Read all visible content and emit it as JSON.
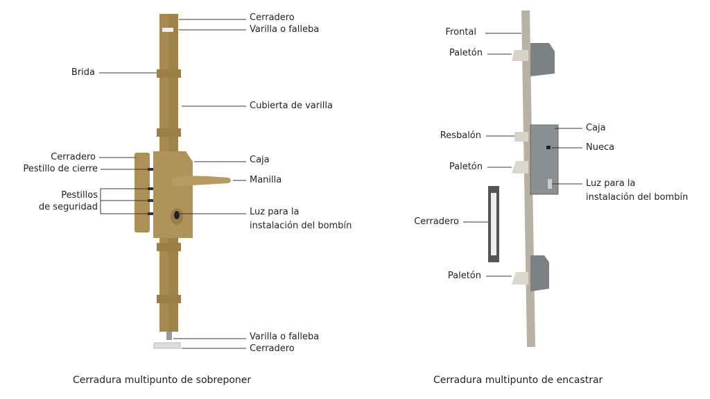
{
  "left": {
    "caption": "Cerradura multipunto de sobreponer",
    "labels": {
      "cerradero_top": "Cerradero",
      "varilla_top": "Varilla o falleba",
      "brida": "Brida",
      "cubierta": "Cubierta de varilla",
      "cerradero_mid": "Cerradero",
      "pestillo_cierre": "Pestillo de cierre",
      "caja": "Caja",
      "manilla": "Manilla",
      "pestillos_1": "Pestillos",
      "pestillos_2": "de seguridad",
      "luz_1": "Luz para la",
      "luz_2": "instalación del bombín",
      "varilla_bottom": "Varilla o falleba",
      "cerradero_bottom": "Cerradero"
    }
  },
  "right": {
    "caption": "Cerradura multipunto de encastrar",
    "labels": {
      "frontal": "Frontal",
      "paleton_1": "Paletón",
      "resbalon": "Resbalón",
      "caja": "Caja",
      "nueca": "Nueca",
      "paleton_2": "Paletón",
      "luz_1": "Luz para la",
      "luz_2": "instalación del bombín",
      "cerradero": "Cerradero",
      "paleton_3": "Paletón"
    }
  },
  "colors": {
    "brass": "#a88a50",
    "steel": "#b9b2a4",
    "plate": "#7d8084"
  }
}
